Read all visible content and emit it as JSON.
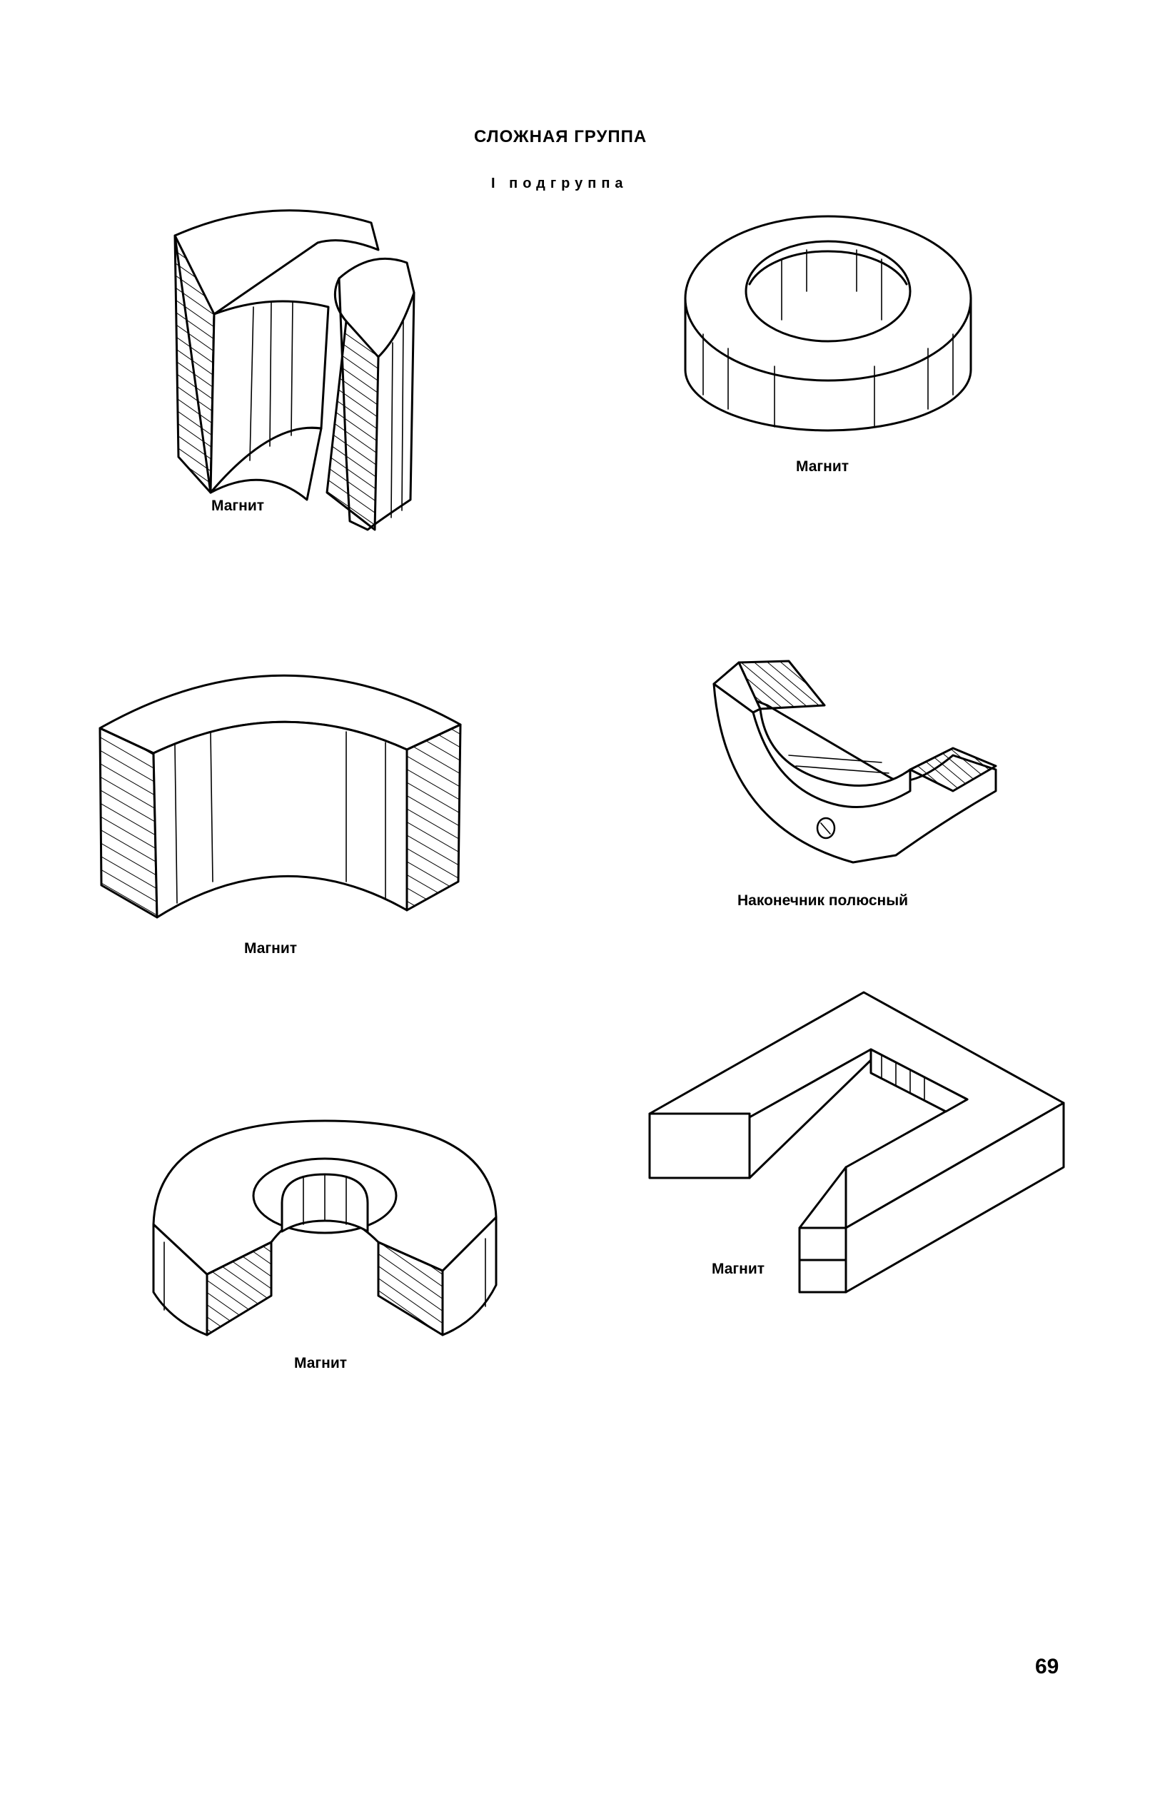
{
  "header": {
    "title": "СЛОЖНАЯ ГРУППА",
    "subtitle": "I подгруппа"
  },
  "figures": [
    {
      "id": "fig1",
      "caption": "Магнит",
      "icon": "split-cylinder-sleeve-icon"
    },
    {
      "id": "fig2",
      "caption": "Магнит",
      "icon": "ring-magnet-icon"
    },
    {
      "id": "fig3",
      "caption": "Магнит",
      "icon": "arc-segment-magnet-icon"
    },
    {
      "id": "fig4",
      "caption": "Наконечник полюсный",
      "icon": "pole-tip-icon"
    },
    {
      "id": "fig5",
      "caption": "Магнит",
      "icon": "cut-ring-magnet-icon"
    },
    {
      "id": "fig6",
      "caption": "Магнит",
      "icon": "u-shaped-magnet-icon"
    }
  ],
  "page_number": "69"
}
